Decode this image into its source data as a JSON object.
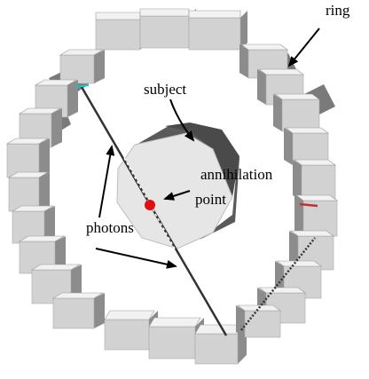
{
  "labels": {
    "ring": "ring",
    "subject": "subject",
    "annihilation": "annihilation",
    "point": "point",
    "photons": "photons"
  },
  "colors": {
    "block_top": "#f2f2f2",
    "block_front": "#d2d2d2",
    "block_side": "#8c8c8c",
    "subject_face": "#e6e6e6",
    "subject_dark": "#555555",
    "annihilation_point": "#e01010",
    "photon_line": "#333333",
    "arrow": "#000000",
    "detector_hit": "#c03030"
  }
}
